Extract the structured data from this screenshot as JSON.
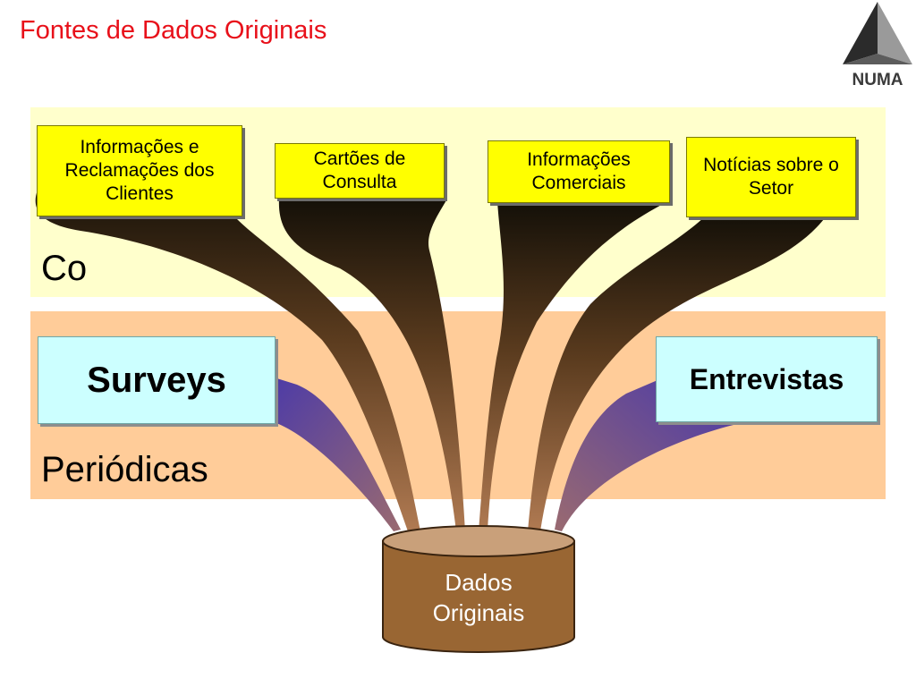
{
  "title": "Fontes de Dados Originais",
  "logo": {
    "text": "NUMA",
    "icon": "numa-pyramid-logo"
  },
  "bands": {
    "top_label": "Co",
    "bottom_label": "Periódicas"
  },
  "sources_top": [
    {
      "label": "Informações e Reclamações dos Clientes"
    },
    {
      "label": "Cartões de Consulta"
    },
    {
      "label": "Informações Comerciais"
    },
    {
      "label": "Notícias sobre o Setor"
    }
  ],
  "sources_bottom": [
    {
      "label": "Surveys"
    },
    {
      "label": "Entrevistas"
    }
  ],
  "target": {
    "label_line1": "Dados",
    "label_line2": "Originais"
  },
  "colors": {
    "title": "#e8101a",
    "band_top": "#ffffcc",
    "band_bottom": "#ffcc99",
    "source_box": "#ffff00",
    "survey_box": "#ccffff",
    "cylinder": "#996633",
    "flow_dark": "#1a1108",
    "flow_light": "#a8704a",
    "flow_purple": "#5a3fb0"
  }
}
